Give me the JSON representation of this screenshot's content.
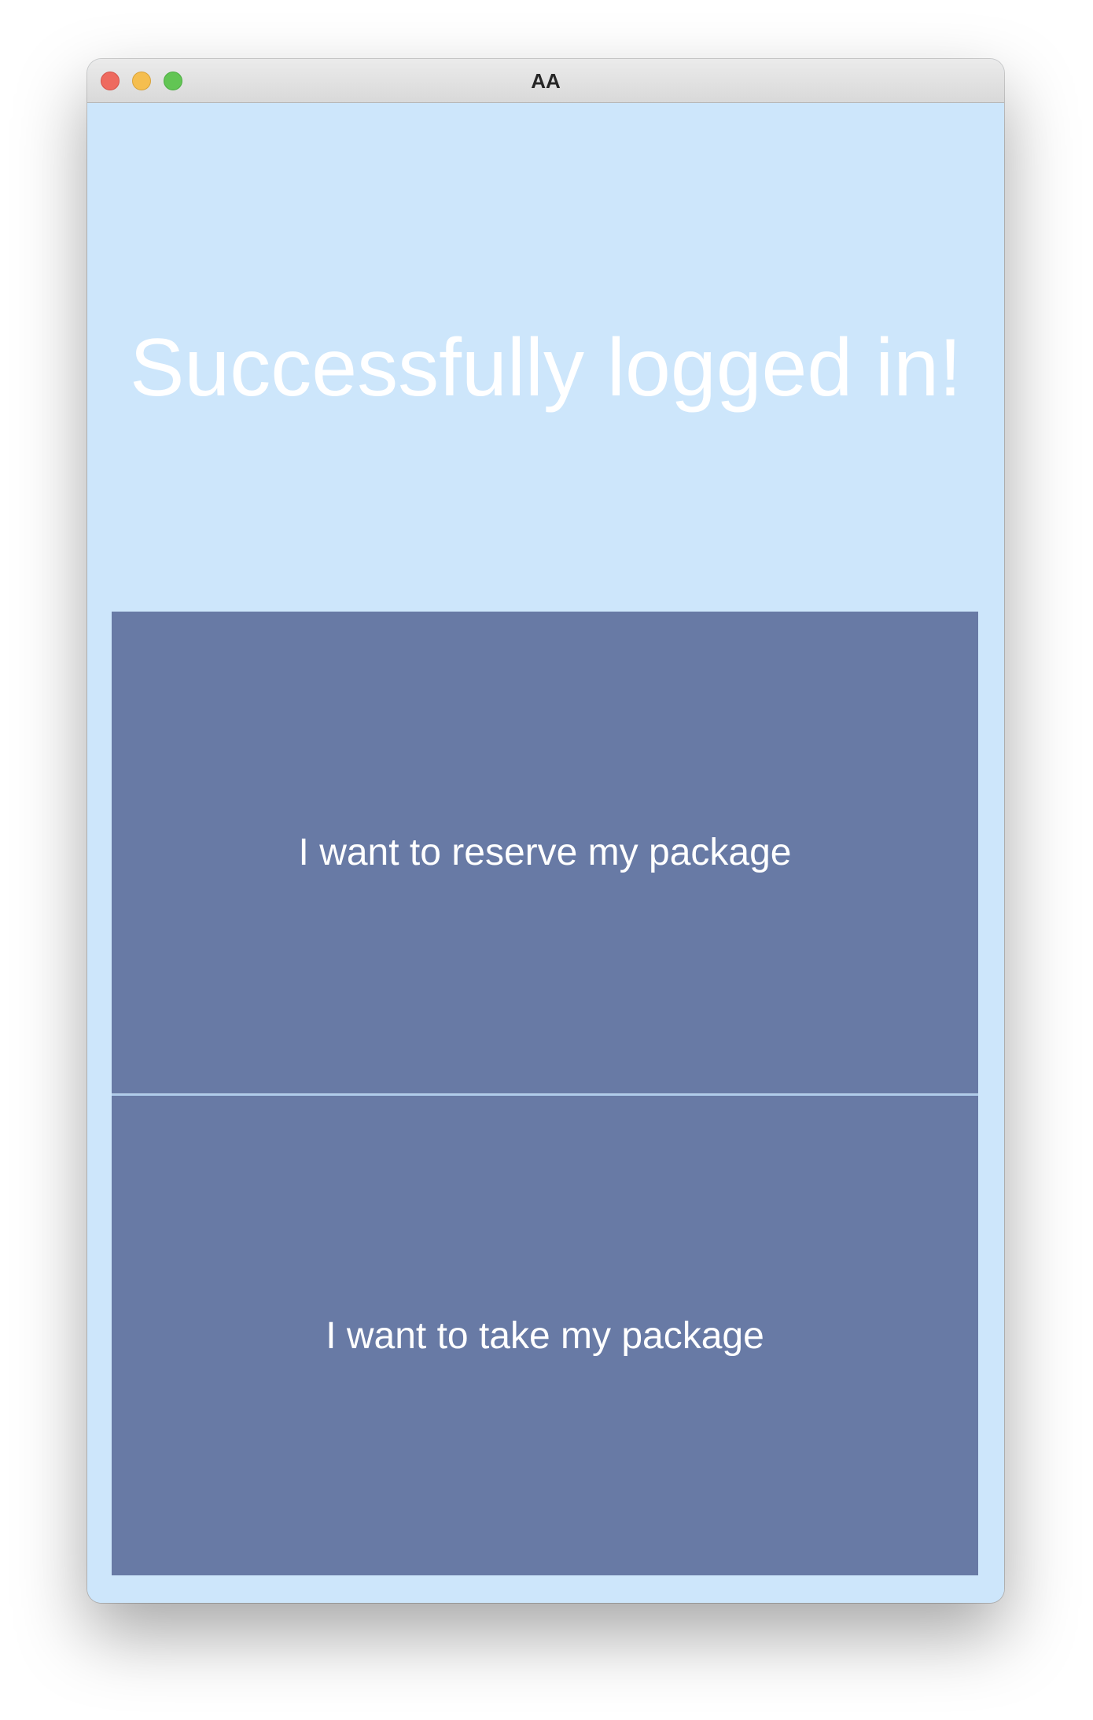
{
  "window": {
    "title": "AA"
  },
  "main": {
    "headline": "Successfully logged in!",
    "buttons": {
      "reserve_label": "I want to reserve my package",
      "take_label": "I want to take my package"
    }
  },
  "colors": {
    "background": "#cde6fb",
    "button": "#687aa5",
    "text": "#ffffff"
  }
}
